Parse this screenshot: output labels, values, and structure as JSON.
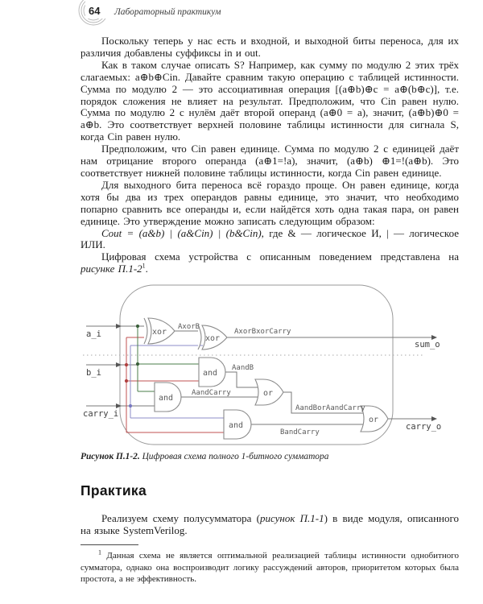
{
  "header": {
    "page_number": "64",
    "running_title": "Лабораторный практикум"
  },
  "body": {
    "p1": "Поскольку теперь у нас есть и входной, и выходной биты переноса, для их различия добавлены суффиксы in и out.",
    "p2": "Как в таком случае описать S? Например, как сумму по модулю 2 этих трёх слагаемых: a⊕b⊕Cin. Давайте сравним такую операцию с таблицей истинности. Сумма по модулю 2 — это ассоциативная операция [(a⊕b)⊕c = a⊕(b⊕c)], т.е. порядок сложения не влияет на результат. Предположим, что Cin равен нулю. Сумма по модулю 2 с нулём даёт второй операнд (a⊕0 = a), значит, (a⊕b)⊕0 = a⊕b. Это соответствует верхней половине таблицы истинности для сигнала S, когда Cin равен нулю.",
    "p3": "Предположим, что Cin равен единице. Сумма по модулю 2 с единицей даёт нам отрицание второго операнда (a⊕1=!a), значит, (a⊕b) ⊕1=!(a⊕b). Это соответствует нижней половине таблицы истинности, когда Cin равен единице.",
    "p4": "Для выходного бита переноса всё гораздо проще. Он равен единице, когда хотя бы два из трех операндов равны единице, это значит, что необходимо попарно сравнить все операнды и, если найдётся хоть одна такая пара, он равен единице. Это утверждение можно записать следующим образом:",
    "p5": {
      "formula": "Cout = (a&b) | (a&Cin) | (b&Cin)",
      "rest": ", где & — логическое И, | — логическое ИЛИ."
    },
    "p6": {
      "text": "Цифровая схема устройства с описанным поведением представлена на ",
      "ref": "рисунке П.1-2",
      "footnote_mark": "1",
      "end": "."
    }
  },
  "figure": {
    "ports": {
      "a": "a_i",
      "b": "b_i",
      "carry_in": "carry_i",
      "sum": "sum_o",
      "carry_out": "carry_o"
    },
    "gates": {
      "xor1": "xor",
      "xor2": "xor",
      "and1": "and",
      "and2": "and",
      "and3": "and",
      "or1": "or",
      "or2": "or"
    },
    "nets": {
      "axorb": "AxorB",
      "axorbxorcarry": "AxorBxorCarry",
      "aandb": "AandB",
      "aandcarry": "AandCarry",
      "aandboraandcarry": "AandBorAandCarry",
      "bandcarry": "BandCarry"
    },
    "colors": {
      "net_a": "#4a7c4a",
      "net_b": "#c05050",
      "net_carry": "#8c8cc8",
      "dot_a": "#3a5f3a",
      "dot_b": "#b04040",
      "dot_carry": "#7878c0"
    }
  },
  "caption": {
    "label": "Рисунок П.1-2.",
    "text": " Цифровая схема полного 1-битного сумматора"
  },
  "section": {
    "heading": "Практика"
  },
  "practice": {
    "start": "Реализуем схему полусумматора (",
    "ref": "рисунок П.1-1",
    "end": ") в виде модуля, описанного на языке SystemVerilog."
  },
  "footnote": {
    "mark": "1",
    "text": " Данная схема не является оптимальной реализацией таблицы истинности однобитного сумматора, однако она воспроизводит логику рассуждений авторов, приоритетом которых была простота, а не эффективность."
  }
}
